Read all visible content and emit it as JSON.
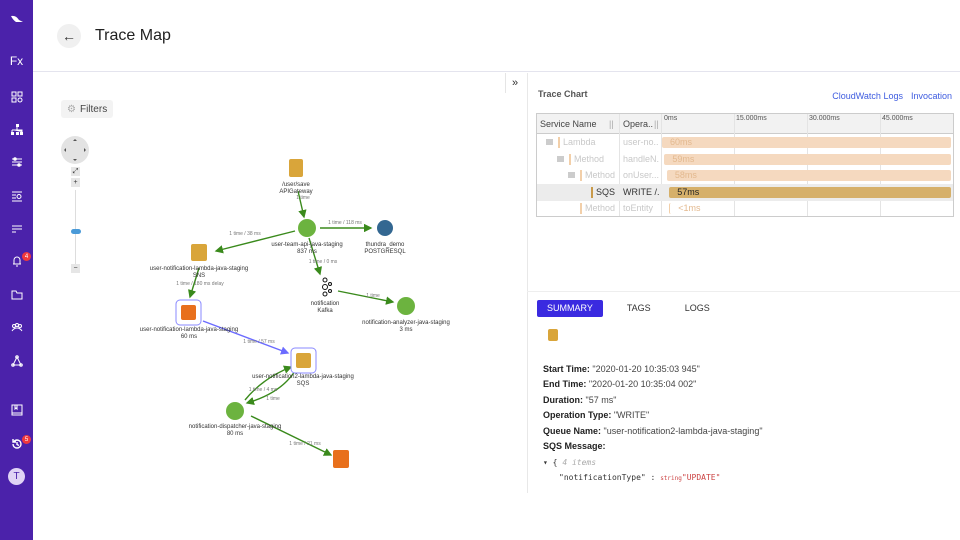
{
  "sidebar": {
    "items": [
      "logo-icon",
      "functions-icon",
      "dashboard-icon",
      "architecture-icon",
      "filters-icon",
      "search-list-icon",
      "list-icon",
      "bell-icon",
      "folder-icon",
      "team-icon",
      "triangle-nodes-icon",
      "book-icon",
      "history-icon"
    ],
    "functions_label": "Fx",
    "bell_badge": "4",
    "history_badge": "5",
    "avatar": "T"
  },
  "header": {
    "title": "Trace Map",
    "back": "←"
  },
  "map": {
    "filters_label": "Filters",
    "zoom_in": "+",
    "zoom_out": "−",
    "nodes": [
      {
        "name": "/user/save",
        "type": "APIGateway"
      },
      {
        "name": "user-team-api-java-staging",
        "type": "837 ms"
      },
      {
        "name": "thundra_demo",
        "type": "POSTGRESQL"
      },
      {
        "name": "user-notification-lambda-java-staging",
        "type": "SNS"
      },
      {
        "name": "user-notification-lambda-java-staging",
        "type": "60 ms"
      },
      {
        "name": "notification",
        "type": "Kafka"
      },
      {
        "name": "notification-analyzer-java-staging",
        "type": "3 ms"
      },
      {
        "name": "user-notification2-lambda-java-staging",
        "type": "SQS"
      },
      {
        "name": "notification-dispatcher-java-staging",
        "type": "80 ms"
      }
    ],
    "edges": [
      "1 time",
      "1 time / 118 ms",
      "1 time / 38 ms",
      "1 time / 0 ms",
      "1 time / 180 ms delay",
      "1 time",
      "1 time / 57 ms",
      "1 time / 4 ms",
      "1 time",
      "1 time / 21 ms"
    ]
  },
  "trace": {
    "title": "Trace Chart",
    "links": [
      "CloudWatch Logs",
      "Invocation"
    ],
    "expand": "»",
    "columns": [
      "Service Name",
      "Opera...",
      "0ms",
      "15.000ms",
      "30.000ms",
      "45.000ms"
    ],
    "rows": [
      {
        "service": "Lambda",
        "op": "user-no...",
        "dur": "60ms",
        "start": 0,
        "ms": 60
      },
      {
        "service": "Method",
        "op": "handleN...",
        "dur": "59ms",
        "start": 0.5,
        "ms": 59
      },
      {
        "service": "Method",
        "op": "onUser...",
        "dur": "58ms",
        "start": 1,
        "ms": 58
      },
      {
        "service": "SQS",
        "op": "WRITE /...",
        "dur": "57ms",
        "start": 1.5,
        "ms": 57
      },
      {
        "service": "Method",
        "op": "toEntity",
        "dur": "<1ms",
        "start": 1.5,
        "ms": 0
      }
    ]
  },
  "details": {
    "tabs": [
      "SUMMARY",
      "TAGS",
      "LOGS"
    ],
    "fields": [
      {
        "label": "Start Time:",
        "value": "\"2020-01-20 10:35:03 945\""
      },
      {
        "label": "End Time:",
        "value": "\"2020-01-20 10:35:04 002\""
      },
      {
        "label": "Duration:",
        "value": "\"57 ms\""
      },
      {
        "label": "Operation Type:",
        "value": "\"WRITE\""
      },
      {
        "label": "Queue Name:",
        "value": "\"user-notification2-lambda-java-staging\""
      },
      {
        "label": "SQS Message:",
        "value": ""
      }
    ],
    "json_brace": "{",
    "json_count": "4 items",
    "json_key": "\"notificationType\"",
    "json_sep": ":",
    "json_type": "string",
    "json_value": "\"UPDATE\""
  },
  "colors": {
    "sidebar": "#4b22aa",
    "accent": "#3a2ae0",
    "edge": "#3a8a1c",
    "highlight_edge": "#6b6bff",
    "bar_light": "#f5d9bf",
    "bar_active": "#d6b06a"
  }
}
